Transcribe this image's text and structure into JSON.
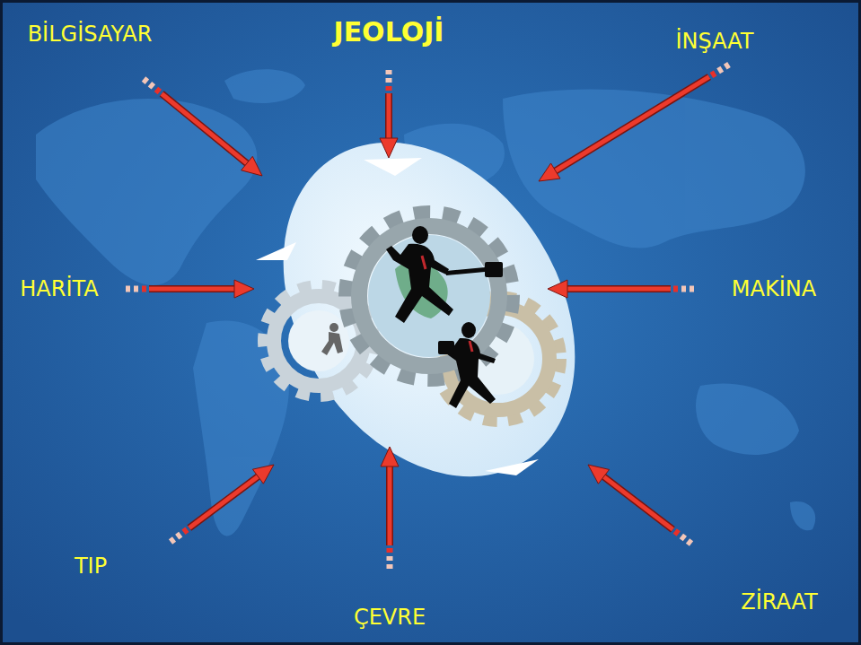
{
  "diagram": {
    "labels": [
      "BİLGİSAYAR",
      "JEOLOJİ",
      "İNŞAAT",
      "HARİTA",
      "MAKİNA",
      "TIP",
      "ÇEVRE",
      "ZİRAAT"
    ]
  }
}
